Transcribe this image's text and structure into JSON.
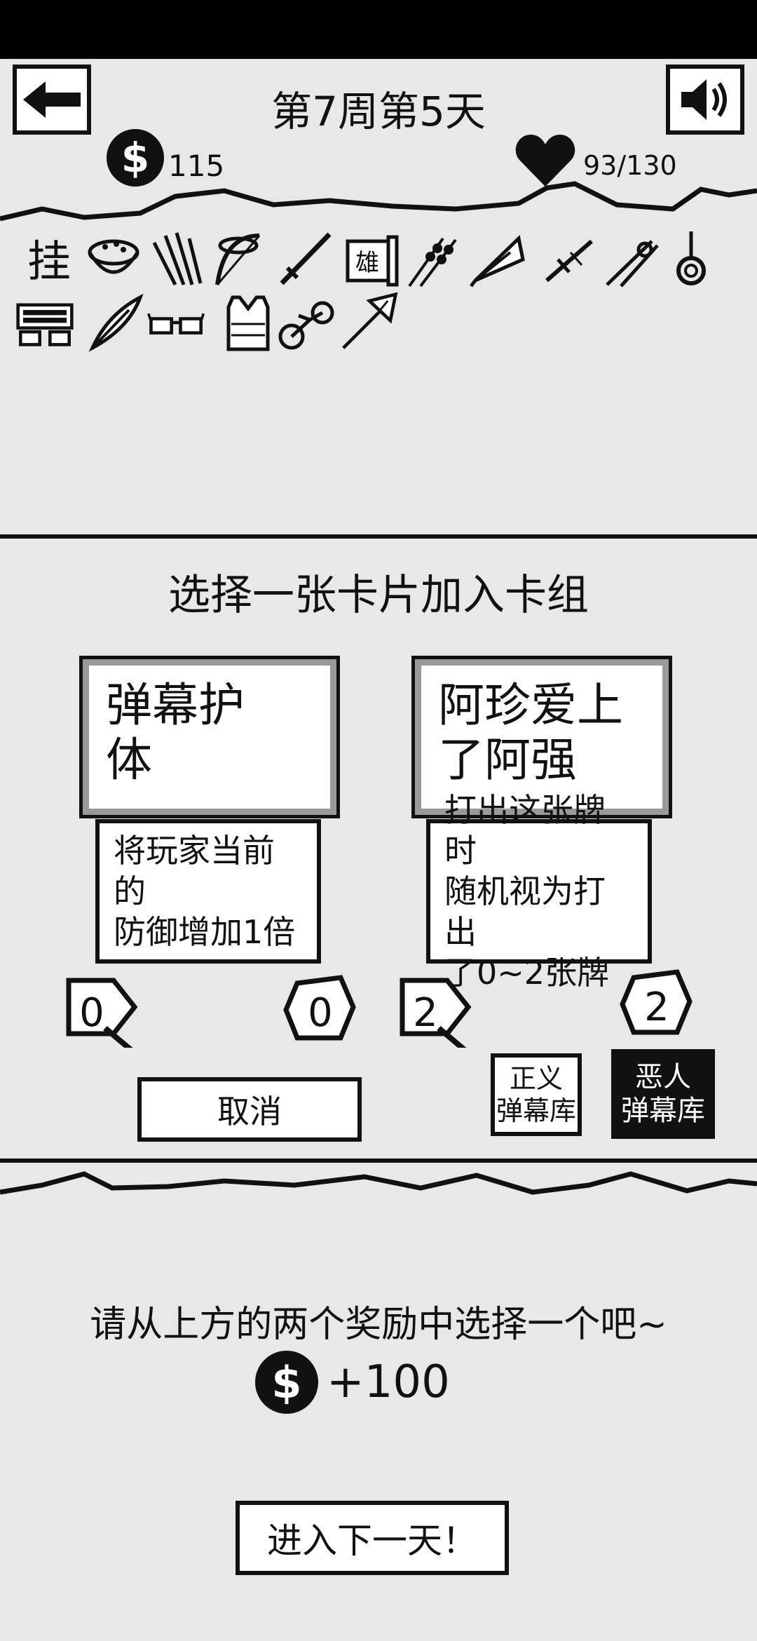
{
  "header": {
    "title": "第7周第5天",
    "gold": "115",
    "hp": "93/130",
    "back_icon": "arrow-left-icon",
    "sound_icon": "speaker-icon"
  },
  "relics": [
    "gua-character-relic-icon",
    "rice-bowl-relic-icon",
    "incense-sticks-relic-icon",
    "bow-relic-icon",
    "sword-relic-icon",
    "scroll-relic-icon",
    "skewers-relic-icon",
    "fan-relic-icon",
    "dagger-relic-icon",
    "compass-relic-icon",
    "ring-relic-icon",
    "keyboard-relic-icon",
    "feather-relic-icon",
    "glasses-relic-icon",
    "vest-relic-icon",
    "bicycle-relic-icon",
    "kite-relic-icon"
  ],
  "reward": {
    "prompt": "选择一张卡片加入卡组",
    "cards": [
      {
        "title": "弹幕护\n体",
        "description": "将玩家当前的\n防御增加1倍",
        "cost_left": "0",
        "cost_right": "0"
      },
      {
        "title": "阿珍爱上\n了阿强",
        "description": "打出这张牌时\n随机视为打出\n了0~2张牌",
        "cost_left": "2",
        "cost_right": "2"
      }
    ],
    "cancel_label": "取消",
    "library_justice": "正义\n弹幕库",
    "library_evil": "恶人\n弹幕库"
  },
  "footer": {
    "instruction": "请从上方的两个奖励中选择一个吧~",
    "gold_reward": "+100",
    "next_day_label": "进入下一天！"
  },
  "colors": {
    "background": "#e8e8e8",
    "ink": "#111111",
    "card_border": "#9a9a9a",
    "status_bar": "#000000"
  }
}
